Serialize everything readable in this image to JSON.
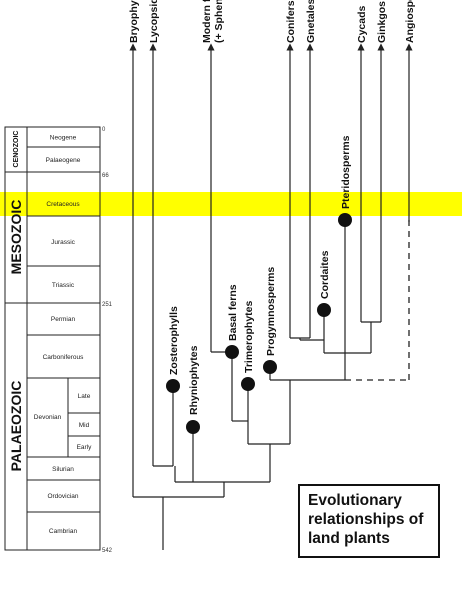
{
  "title": "Evolutionary relationships of land plants",
  "highlight_color": "#ffff00",
  "timescale": {
    "eras": [
      "CENOZOIC",
      "MESOZOIC",
      "PALAEOZOIC"
    ],
    "periods": [
      "Neogene",
      "Palaeogene",
      "Cretaceous",
      "Jurassic",
      "Triassic",
      "Permian",
      "Carboniferous",
      "Devonian",
      "Silurian",
      "Ordovician",
      "Cambrian"
    ],
    "devonian_epochs": [
      "Late",
      "Mid",
      "Early"
    ],
    "ages": [
      "0",
      "66",
      "251",
      "542"
    ]
  },
  "living_groups": [
    "Bryophytes",
    "Lycopsids",
    "Modern ferns",
    "(+ Sphenopsids)",
    "Conifers",
    "Gnetales",
    "Cycads",
    "Ginkgos",
    "Angiosperms"
  ],
  "fossil_groups": [
    "Zosterophylls",
    "Rhyniophytes",
    "Basal ferns",
    "Trimerophytes",
    "Progymnosperms",
    "Cordaites",
    "Pteridosperms"
  ]
}
